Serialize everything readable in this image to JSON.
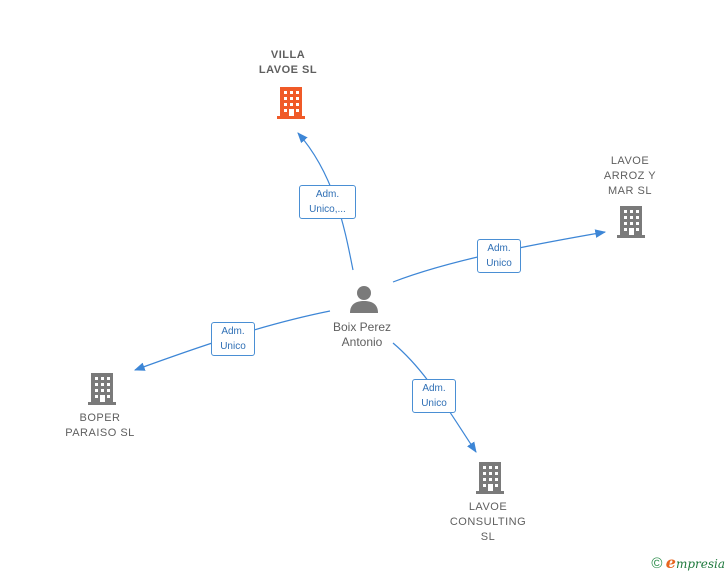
{
  "nodes": {
    "villa_lavoe": {
      "label": "VILLA\nLAVOE  SL",
      "color": "#f05a28"
    },
    "lavoe_arroz": {
      "label": "LAVOE\nARROZ Y\nMAR  SL",
      "color": "#7a7a7a"
    },
    "boper_paraiso": {
      "label": "BOPER\nPARAISO  SL",
      "color": "#7a7a7a"
    },
    "lavoe_consulting": {
      "label": "LAVOE\nCONSULTING\nSL",
      "color": "#7a7a7a"
    },
    "person": {
      "label": "Boix Perez\nAntonio",
      "color": "#7a7a7a"
    }
  },
  "edges": {
    "villa": "Adm.\nUnico,...",
    "arroz": "Adm.\nUnico",
    "boper": "Adm.\nUnico",
    "consulting": "Adm.\nUnico"
  },
  "colors": {
    "edge": "#3d86d6"
  },
  "footer": {
    "copyright": "©",
    "brand_initial": "e",
    "brand_rest": "mpresia"
  }
}
